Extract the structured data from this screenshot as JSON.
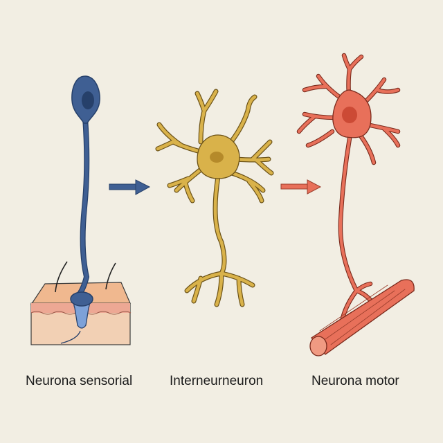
{
  "labels": {
    "sensory": "Neurona sensorial",
    "inter": "Interneurneuron",
    "motor": "Neurona motor"
  },
  "colors": {
    "background": "#f2eee3",
    "sensory": "#3f5f93",
    "sensory_nucleus": "#26406a",
    "inter": "#d9b24a",
    "inter_nucleus": "#b58a2a",
    "motor": "#e8705a",
    "motor_nucleus": "#cc4a35",
    "skin": "#f2c9a8",
    "skin_top": "#f0b88f",
    "outline": "#2b2b2b"
  },
  "arrows": [
    {
      "from": "sensory",
      "to": "inter",
      "color": "#3f5f93"
    },
    {
      "from": "inter",
      "to": "motor",
      "color": "#e8705a"
    }
  ]
}
